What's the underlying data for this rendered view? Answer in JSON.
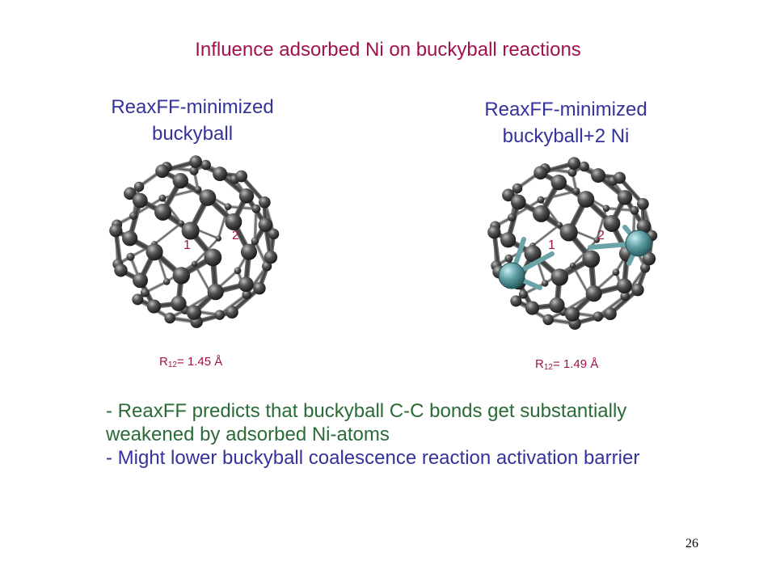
{
  "slide": {
    "title": "Influence adsorbed Ni on buckyball reactions",
    "page_number": "26"
  },
  "colors": {
    "title": "#a0134d",
    "panel_title": "#33339a",
    "note_green": "#2b6b37",
    "note_blue": "#33339a",
    "carbon": "#3a3a3a",
    "nickel": "#5fa0a6"
  },
  "left_panel": {
    "title_line1": "ReaxFF-minimized",
    "title_line2": "buckyball",
    "atom_label_1": "1",
    "atom_label_2": "2",
    "bond_symbol": "R",
    "bond_subscript": "12",
    "bond_value": "= 1.45 Å"
  },
  "right_panel": {
    "title_line1": "ReaxFF-minimized",
    "title_line2": "buckyball+2 Ni",
    "atom_label_1": "1",
    "atom_label_2": "2",
    "bond_symbol": "R",
    "bond_subscript": "12",
    "bond_value": "= 1.49 Å"
  },
  "notes": [
    "- ReaxFF predicts that buckyball C-C bonds get substantially weakened by adsorbed Ni-atoms",
    "- Might lower buckyball coalescence reaction activation barrier"
  ]
}
